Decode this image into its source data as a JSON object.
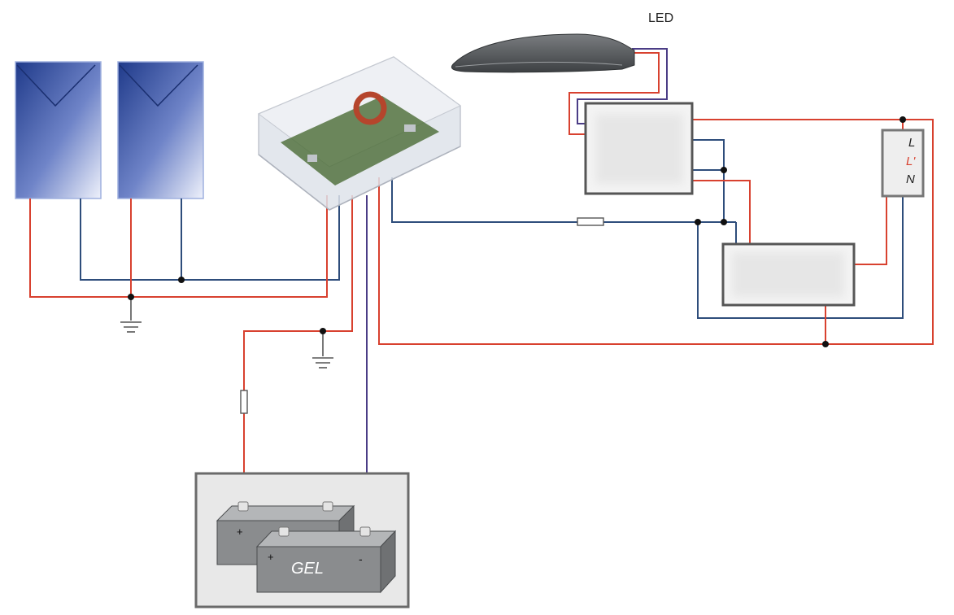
{
  "labels": {
    "led": "LED",
    "switch_l": "L",
    "switch_l_prime": "L'",
    "switch_n": "N",
    "battery_gel": "GEL",
    "battery_plus": "+",
    "battery_minus": "-"
  },
  "colors": {
    "positive_wire": "#d8412f",
    "negative_wire": "#2e4d7b",
    "battery_wire": "#4b3d86",
    "panel_dark": "#1f3a8a",
    "panel_light": "#eef1fb"
  },
  "icons": [
    "solar-panel-icon",
    "controller-enclosure-icon",
    "led-lamp-icon",
    "fuse-icon",
    "ground-icon",
    "battery-icon"
  ]
}
